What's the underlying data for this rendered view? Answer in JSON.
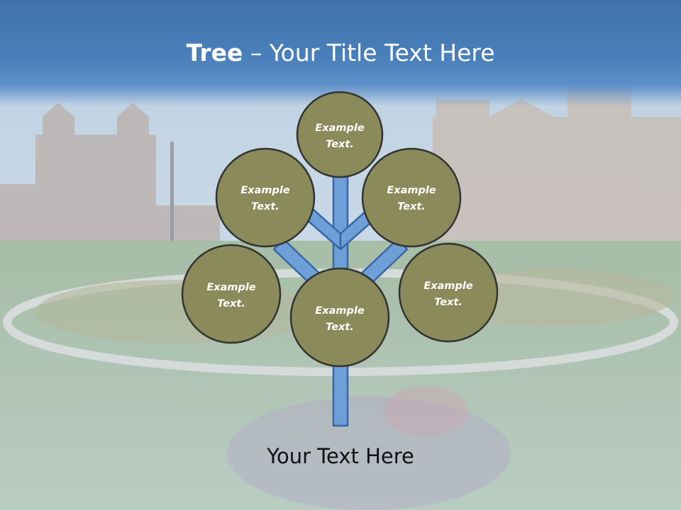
{
  "title": {
    "strong": "Tree",
    "rest": " – Your Title Text Here"
  },
  "nodes": {
    "top": {
      "line1": "Example",
      "line2": "Text."
    },
    "upper_left": {
      "line1": "Example",
      "line2": "Text."
    },
    "upper_right": {
      "line1": "Example",
      "line2": "Text."
    },
    "lower_left": {
      "line1": "Example",
      "line2": "Text."
    },
    "center": {
      "line1": "Example",
      "line2": "Text."
    },
    "lower_right": {
      "line1": "Example",
      "line2": "Text."
    }
  },
  "caption": "Your Text Here",
  "colors": {
    "header": "#4a80bb",
    "node_fill": "#8a8a5a",
    "node_stroke": "#333333",
    "branch_fill": "#6e9fd6",
    "branch_stroke": "#3a66a8"
  }
}
